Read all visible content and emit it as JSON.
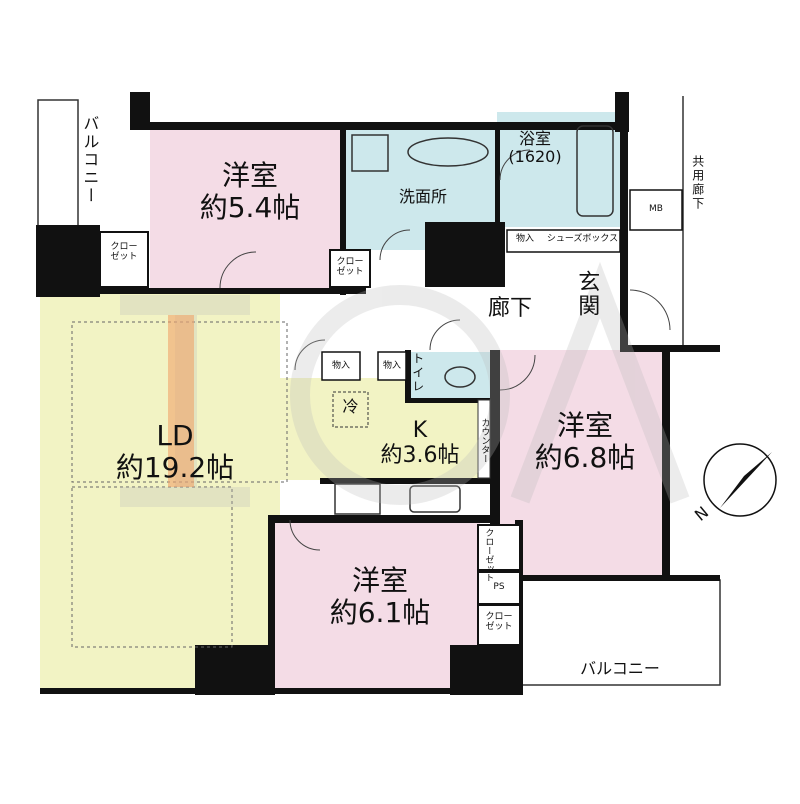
{
  "rooms": {
    "bedroom_a": {
      "name": "洋室",
      "size": "約5.4帖"
    },
    "bedroom_b": {
      "name": "洋室",
      "size": "約6.8帖"
    },
    "bedroom_c": {
      "name": "洋室",
      "size": "約6.1帖"
    },
    "living": {
      "name": "LD",
      "size": "約19.2帖"
    },
    "kitchen": {
      "name": "K",
      "size": "約3.6帖"
    },
    "washroom": "洗面所",
    "bath": {
      "name": "浴室",
      "size": "(1620)"
    },
    "hallway": "廊下",
    "entrance": "玄関",
    "toilet": "トイレ"
  },
  "storage": {
    "closet": "クローゼット",
    "closet_line1": "クロー",
    "closet_line2": "ゼット",
    "shoe_box": "シューズボックス",
    "cupboard": "物入",
    "ps": "PS",
    "mb": "MB",
    "counter": "カウンター",
    "fridge": "冷"
  },
  "outside": {
    "balcony": "バルコニー",
    "common_corridor": "共用廊下"
  },
  "compass": {
    "label": "N"
  },
  "watermark": {
    "text": "IOA"
  },
  "colors": {
    "bedroom": "#f4dce6",
    "living": "#f2f3c4",
    "wet_area": "#cde8ec",
    "wall": "#111111",
    "hall": "#ffffff"
  }
}
